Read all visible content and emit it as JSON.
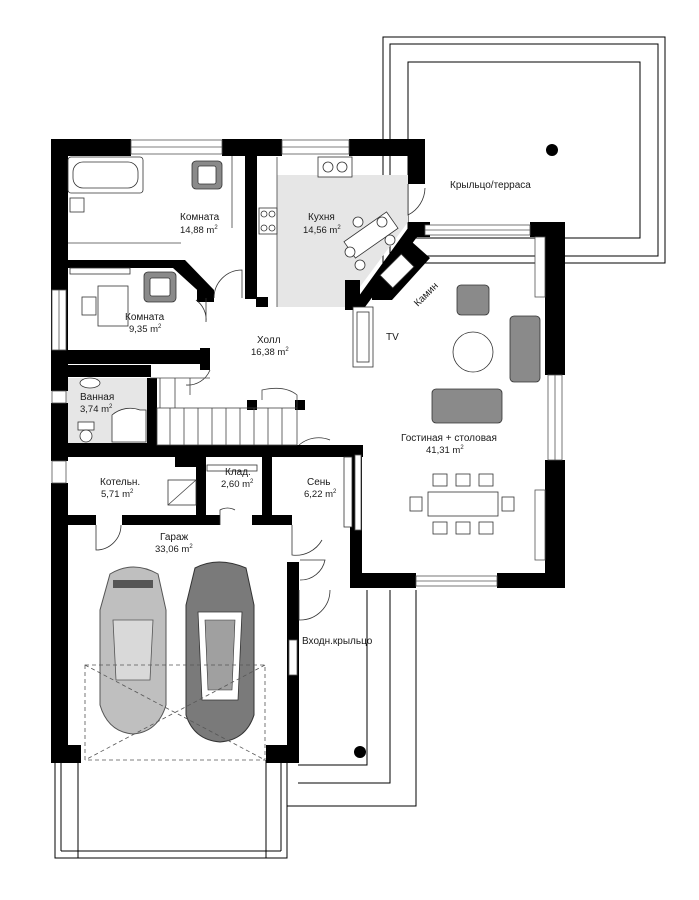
{
  "rooms": {
    "room1": {
      "name": "Комната",
      "area_value": "14,88 m",
      "unit_sup": "2"
    },
    "kitchen": {
      "name": "Кухня",
      "area_value": "14,56 m",
      "unit_sup": "2"
    },
    "porch_terrace": {
      "name": "Крыльцо/терраса"
    },
    "room2": {
      "name": "Комната",
      "area_value": "9,35 m",
      "unit_sup": "2"
    },
    "hall": {
      "name": "Холл",
      "area_value": "16,38 m",
      "unit_sup": "2"
    },
    "fireplace": {
      "name": "Камин"
    },
    "tv": {
      "name": "TV"
    },
    "bathroom": {
      "name": "Ванная",
      "area_value": "3,74 m",
      "unit_sup": "2"
    },
    "living": {
      "name": "Гостиная + столовая",
      "area_value": "41,31 m",
      "unit_sup": "2"
    },
    "boiler": {
      "name": "Котельн.",
      "area_value": "5,71 m",
      "unit_sup": "2"
    },
    "storage": {
      "name": "Клад.",
      "area_value": "2,60 m",
      "unit_sup": "2"
    },
    "vestibule": {
      "name": "Сень",
      "area_value": "6,22 m",
      "unit_sup": "2"
    },
    "garage": {
      "name": "Гараж",
      "area_value": "33,06 m",
      "unit_sup": "2"
    },
    "entrance_porch": {
      "name": "Входн.крыльцо"
    }
  },
  "colors": {
    "wall": "#000000",
    "kitchen_floor": "#e6e6e6",
    "bath_floor": "#e6e6e6",
    "car_light": "#bfbfbf",
    "car_dark": "#7a7a7a",
    "furniture": "#8a8a8a"
  }
}
